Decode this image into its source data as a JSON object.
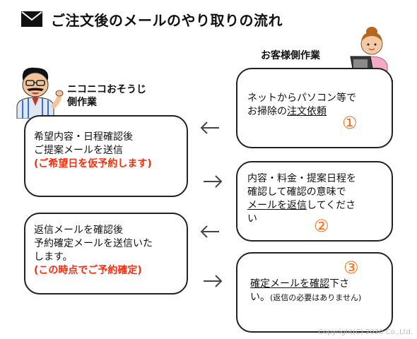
{
  "title": {
    "text": "ご注文後のメールのやり取りの流れ"
  },
  "labels": {
    "company_line1": "ニコニコおそうじ",
    "company_line2": "側作業",
    "customer": "お客様側作業"
  },
  "boxes": {
    "customer_1": {
      "line1": "ネットからパソコン等で",
      "line2_prefix": "お掃除の",
      "line2_underline": "注文依頼",
      "number": "①"
    },
    "company_1": {
      "line1": "希望内容・日程確認後",
      "line2": "ご提案メールを送信",
      "note": "(ご希望日を仮予約します)"
    },
    "customer_2": {
      "line1": "内容・料金・提案日程を",
      "line2": "確認して確認の意味で",
      "line3_underline": "メールを返信",
      "line3_suffix": "してくださ",
      "line4": "い",
      "number": "②"
    },
    "company_2": {
      "line1": "返信メールを確認後",
      "line2": "予約確定メールを送信いた",
      "line3": "します。",
      "note": "(この時点でご予約確定)"
    },
    "customer_3": {
      "number": "③",
      "line1_underline": "確定メールを確認",
      "line1_suffix": "下さ",
      "line2": "い。",
      "line2_small": "(返信の必要はありません)"
    }
  },
  "copyright": "Copyright(C) 2020 Co.,Ltd."
}
